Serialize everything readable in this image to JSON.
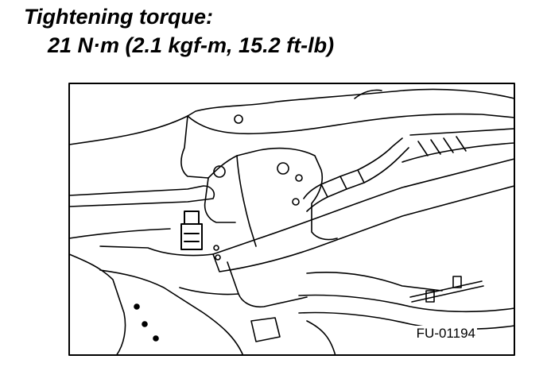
{
  "heading": {
    "label": "Tightening torque:",
    "value": "21 N·m (2.1 kgf-m, 15.2 ft-lb)"
  },
  "figure": {
    "id": "FU-01194"
  }
}
